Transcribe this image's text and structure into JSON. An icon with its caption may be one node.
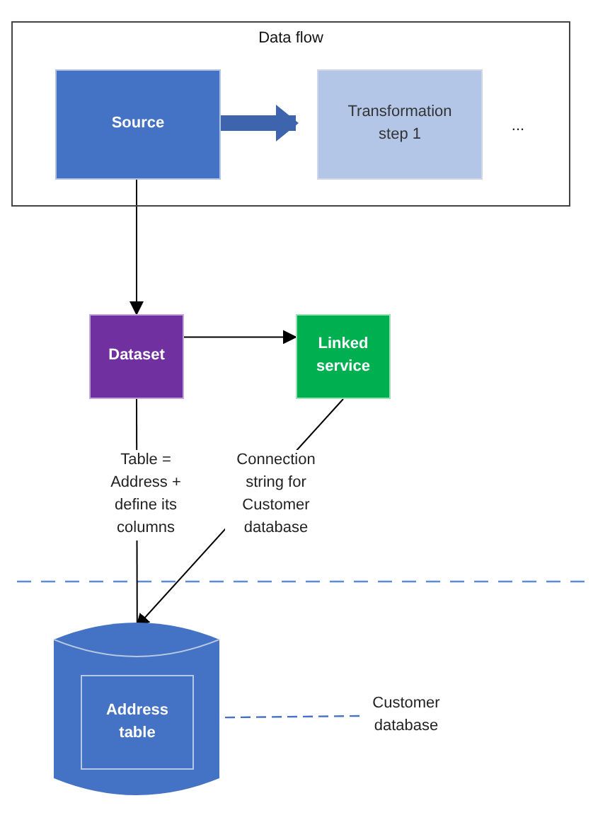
{
  "diagram": {
    "nodes": [
      {
        "text": [
          "Data flow"
        ]
      },
      {
        "text": [
          "Source"
        ],
        "in": 0
      },
      {
        "text": [
          "Transformation step 1"
        ],
        "in": 0
      },
      {
        "text": [
          "..."
        ],
        "in": 0
      },
      {
        "text": [
          "Dataset"
        ]
      },
      {
        "text": [
          "Linked service"
        ]
      },
      {
        "text": [],
        "shape": "cylinder"
      },
      {
        "text": [
          "Address table"
        ],
        "in": 6
      },
      {
        "text": [
          "Customer database"
        ]
      }
    ],
    "edges": [
      {
        "from": 1,
        "to": 2,
        "arrow": "to",
        "style": "thick",
        "color": "#3d64ac"
      },
      {
        "from": 1,
        "to": 4,
        "arrow": "to"
      },
      {
        "from": 4,
        "to": 5,
        "arrow": "to"
      },
      {
        "from": 4,
        "to": 7,
        "arrow": "to",
        "label": "Table = Address + define its columns"
      },
      {
        "from": 5,
        "to": 6,
        "arrow": "to",
        "label": "Connection string for Customer database"
      },
      {
        "from": 8,
        "to": 6,
        "arrow": "none",
        "style": "dashed",
        "color": "#4472c4"
      }
    ]
  }
}
